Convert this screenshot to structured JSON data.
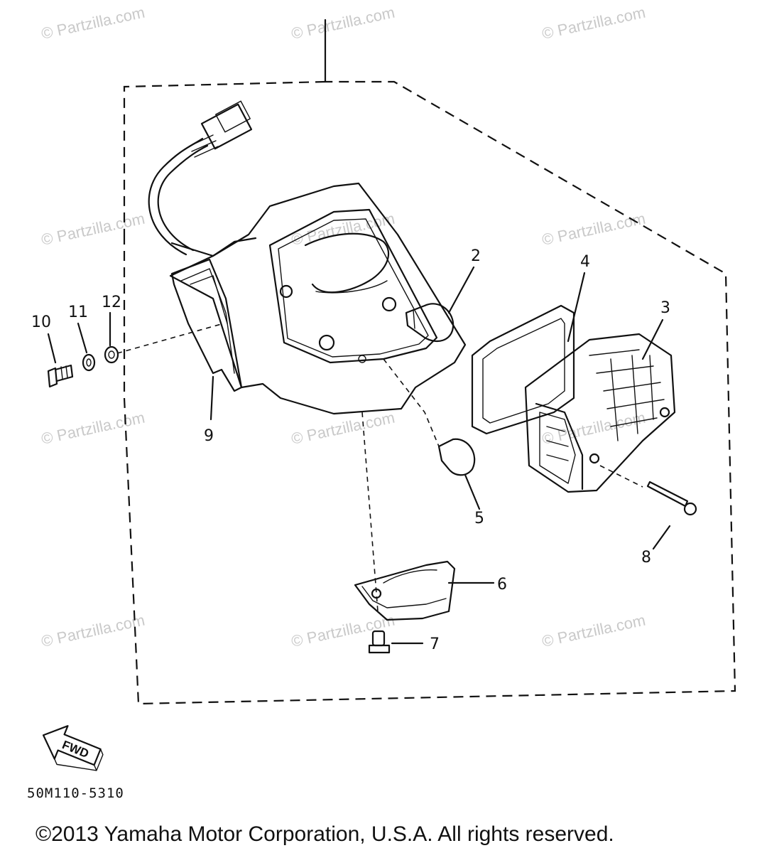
{
  "diagram": {
    "callouts": {
      "c1": "",
      "c2": "2",
      "c3": "3",
      "c4": "4",
      "c5": "5",
      "c6": "6",
      "c7": "7",
      "c8": "8",
      "c9": "9",
      "c10": "10",
      "c11": "11",
      "c12": "12"
    },
    "fwd_label": "FWD",
    "diagram_code": "50M110-5310",
    "watermark": "© Partzilla.com",
    "copyright": "©2013 Yamaha Motor Corporation, U.S.A. All rights reserved."
  }
}
